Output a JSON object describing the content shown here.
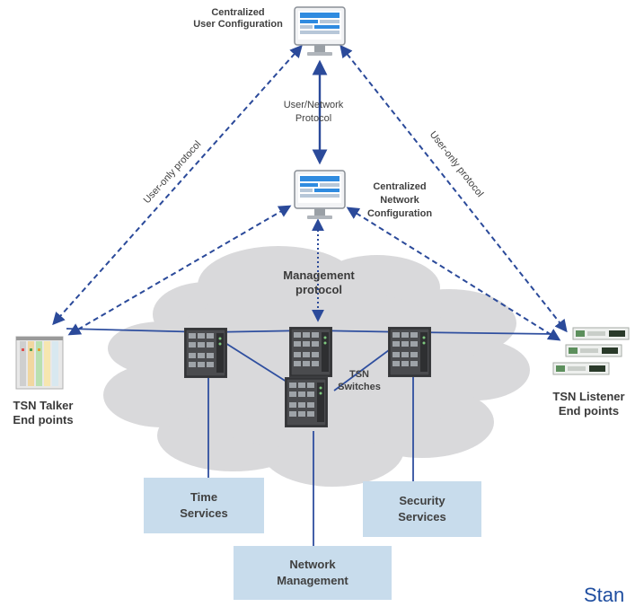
{
  "colors": {
    "arrow": "#2b4a9a",
    "line": "#2f4f9f",
    "cloud": "#d9d9db",
    "box": "#c8dcec",
    "text": "#404040"
  },
  "labels": {
    "central_user": [
      "Centralized",
      "User Configuration"
    ],
    "central_network": [
      "Centralized",
      "Network",
      "Configuration"
    ],
    "user_network_protocol": [
      "User/Network",
      "Protocol"
    ],
    "user_only_left": "User-only protocol",
    "user_only_right": "User-only protocol",
    "management_protocol": [
      "Management",
      "protocol"
    ],
    "tsn_switches": [
      "TSN",
      "Switches"
    ],
    "talker": [
      "TSN Talker",
      "End points"
    ],
    "listener": [
      "TSN Listener",
      "End points"
    ],
    "footer_partial": "Stan"
  },
  "services": {
    "time": [
      "Time",
      "Services"
    ],
    "security": [
      "Security",
      "Services"
    ],
    "network_mgmt": [
      "Network",
      "Management"
    ]
  },
  "icons": {
    "user_config": "monitor-icon",
    "network_config": "monitor-icon",
    "switch": "network-switch-icon",
    "talker": "io-device-icon",
    "listener": "server-rack-icon"
  }
}
